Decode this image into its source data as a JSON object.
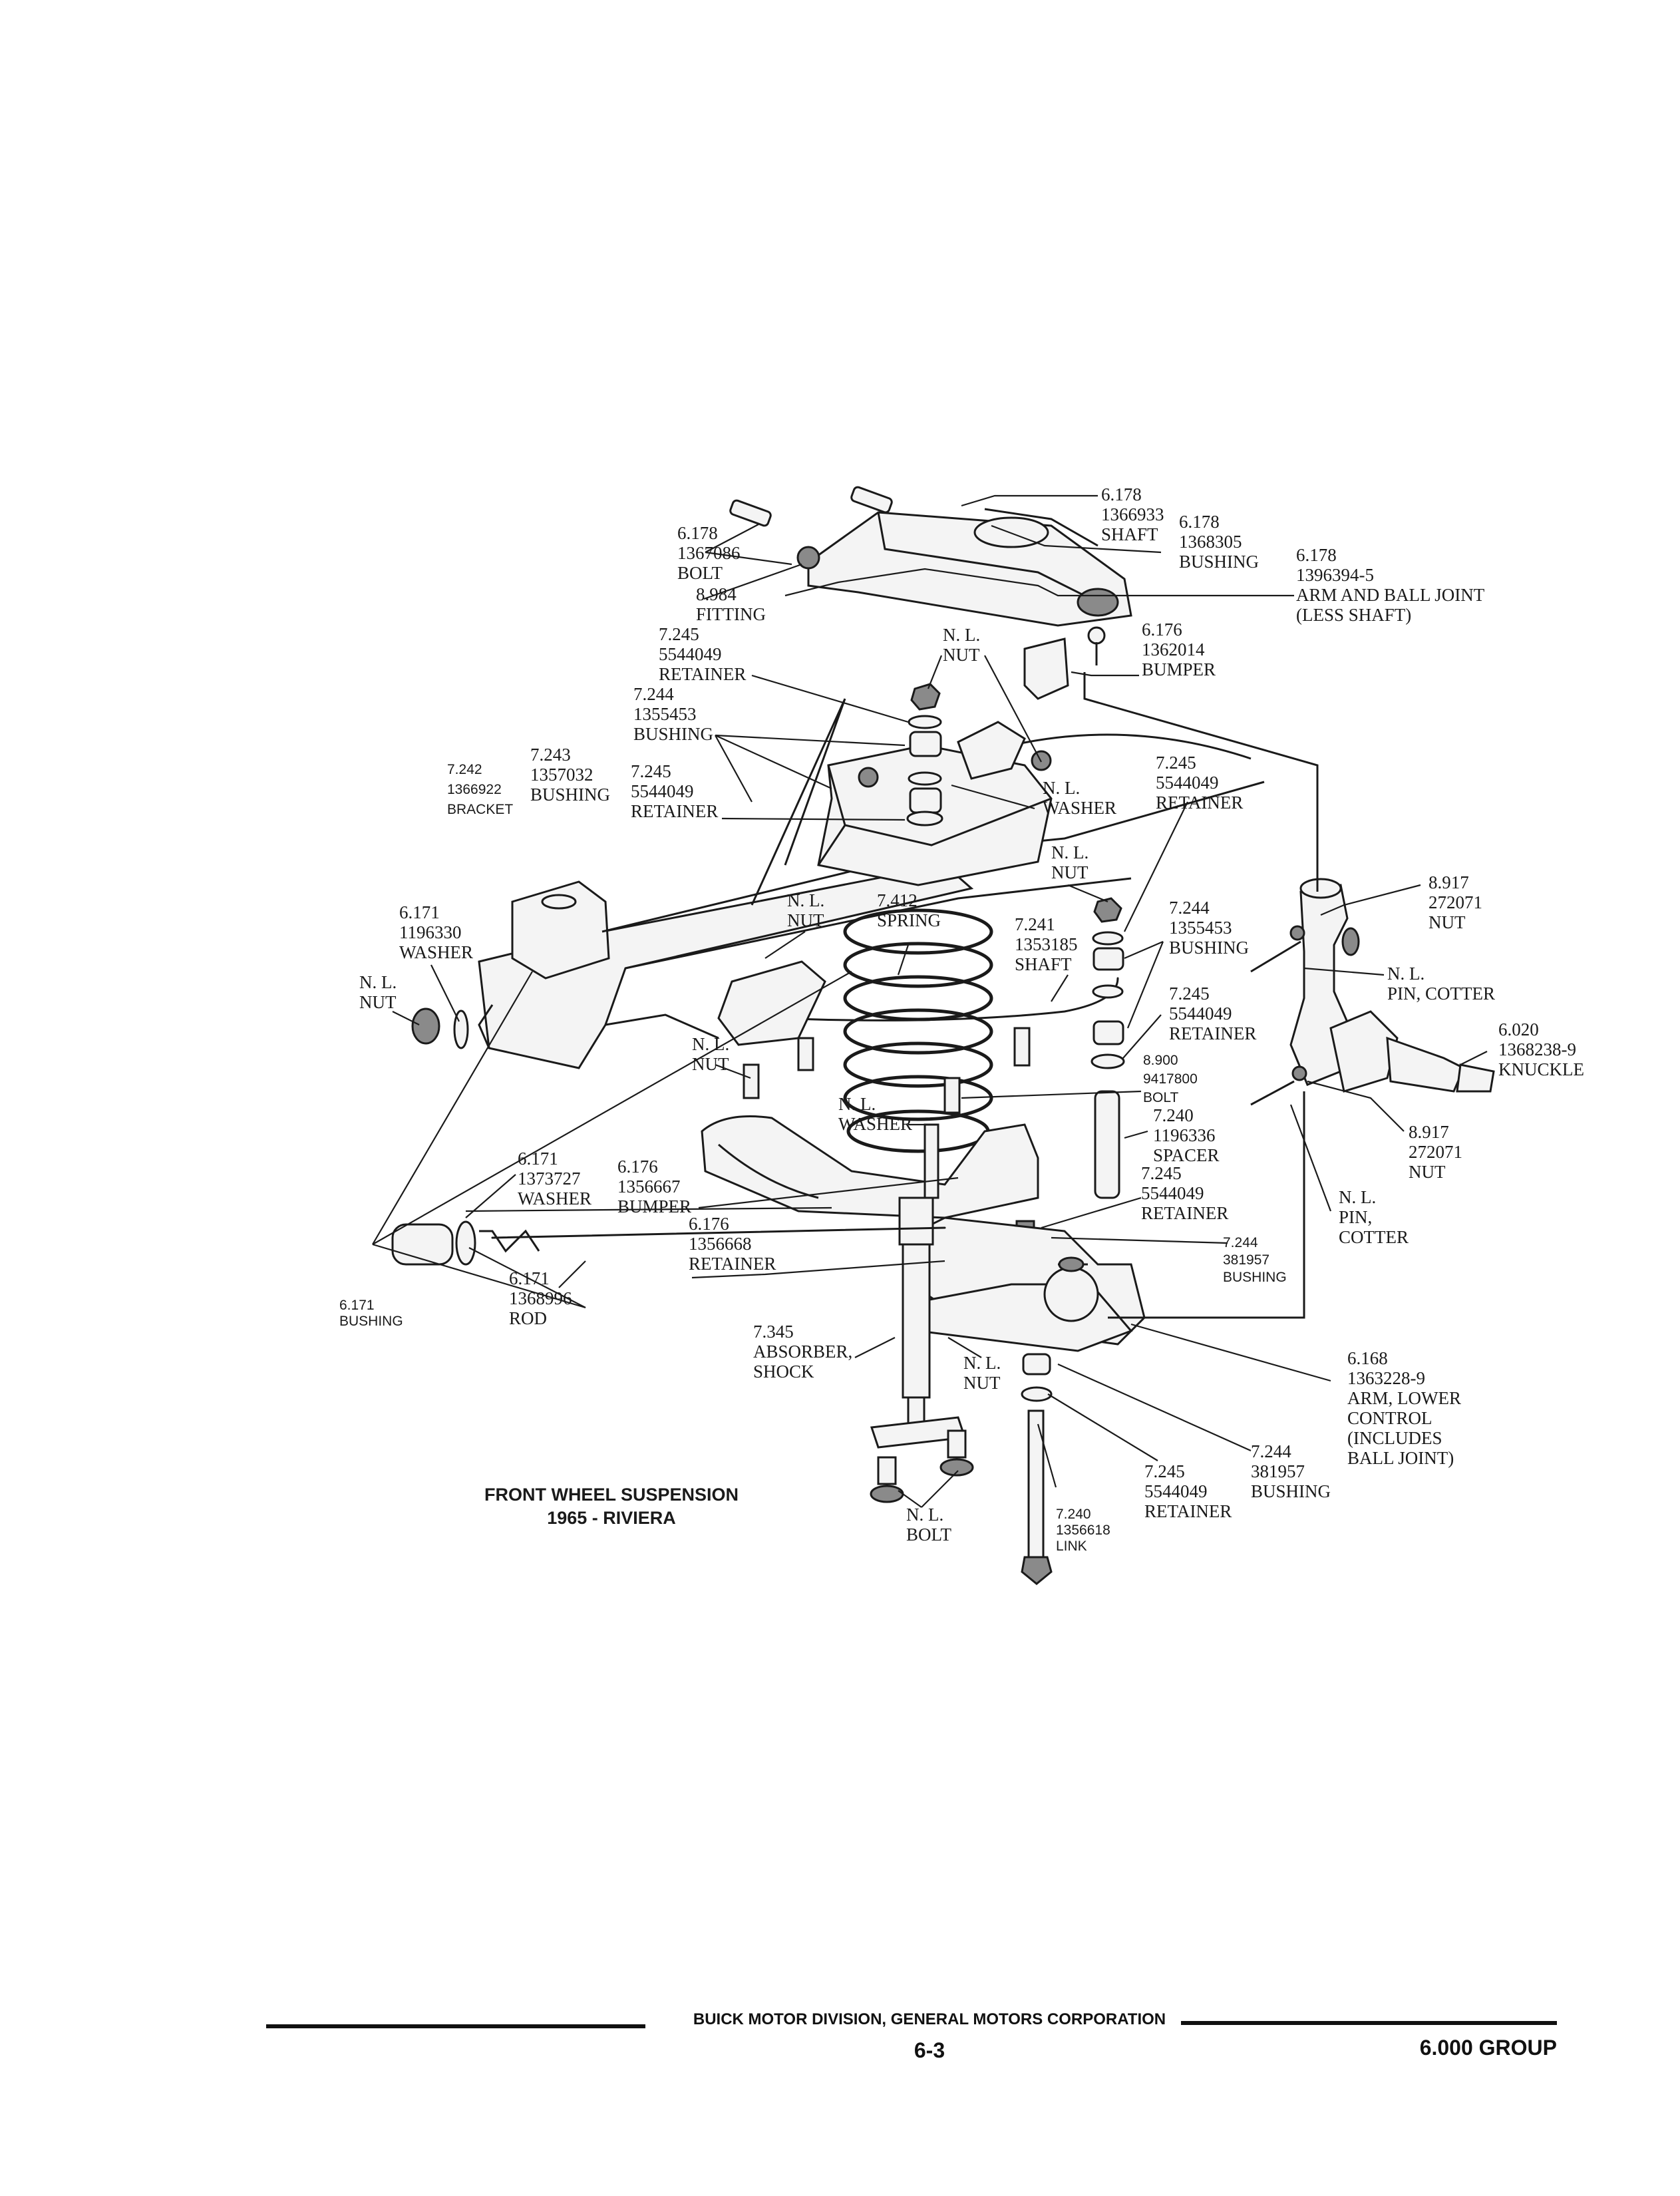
{
  "diagram": {
    "title_line1": "FRONT WHEEL SUSPENSION",
    "title_line2": "1965 - RIVIERA"
  },
  "footer": {
    "company": "BUICK MOTOR DIVISION, GENERAL MOTORS CORPORATION",
    "page": "6-3",
    "group": "6.000 GROUP"
  },
  "callouts": [
    {
      "id": "upper-shaft",
      "lines": [
        "6.178",
        "1366933",
        "SHAFT"
      ]
    },
    {
      "id": "upper-shaft-bushing",
      "lines": [
        "6.178",
        "1368305",
        "BUSHING"
      ]
    },
    {
      "id": "upper-arm",
      "lines": [
        "6.178",
        "1396394-5",
        "ARM AND BALL JOINT",
        "(LESS SHAFT)"
      ]
    },
    {
      "id": "upper-bolt",
      "lines": [
        "6.178",
        "1367086",
        "BOLT"
      ]
    },
    {
      "id": "fitting",
      "lines": [
        "8.984",
        "FITTING"
      ]
    },
    {
      "id": "upper-bumper",
      "lines": [
        "6.176",
        "1362014",
        "BUMPER"
      ]
    },
    {
      "id": "retainer-1",
      "lines": [
        "7.245",
        "5544049",
        "RETAINER"
      ]
    },
    {
      "id": "bushing-1",
      "lines": [
        "7.244",
        "1355453",
        "BUSHING"
      ]
    },
    {
      "id": "nut-top",
      "lines": [
        "N. L.",
        "NUT"
      ]
    },
    {
      "id": "bracket",
      "lines": [
        "7.242",
        "1366922",
        "BRACKET"
      ]
    },
    {
      "id": "bracket-bushing",
      "lines": [
        "7.243",
        "1357032",
        "BUSHING"
      ]
    },
    {
      "id": "retainer-2",
      "lines": [
        "7.245",
        "5544049",
        "RETAINER"
      ]
    },
    {
      "id": "washer-mid",
      "lines": [
        "N. L.",
        "WASHER"
      ]
    },
    {
      "id": "retainer-3",
      "lines": [
        "7.245",
        "5544049",
        "RETAINER"
      ]
    },
    {
      "id": "nut-mid",
      "lines": [
        "N. L.",
        "NUT"
      ]
    },
    {
      "id": "bushing-2",
      "lines": [
        "7.244",
        "1355453",
        "BUSHING"
      ]
    },
    {
      "id": "retainer-4",
      "lines": [
        "7.245",
        "5544049",
        "RETAINER"
      ]
    },
    {
      "id": "stab-shaft",
      "lines": [
        "7.241",
        "1353185",
        "SHAFT"
      ]
    },
    {
      "id": "spring",
      "lines": [
        "7.412",
        "SPRING"
      ]
    },
    {
      "id": "nut-spring",
      "lines": [
        "N. L.",
        "NUT"
      ]
    },
    {
      "id": "strut-washer",
      "lines": [
        "6.171",
        "1196330",
        "WASHER"
      ]
    },
    {
      "id": "strut-nut",
      "lines": [
        "N. L.",
        "NUT"
      ]
    },
    {
      "id": "nut-left",
      "lines": [
        "N. L.",
        "NUT"
      ]
    },
    {
      "id": "washer-lower",
      "lines": [
        "N. L.",
        "WASHER"
      ]
    },
    {
      "id": "bolt-small",
      "lines": [
        "8.900",
        "9417800",
        "BOLT"
      ]
    },
    {
      "id": "spacer",
      "lines": [
        "7.240",
        "1196336",
        "SPACER"
      ]
    },
    {
      "id": "retainer-5",
      "lines": [
        "7.245",
        "5544049",
        "RETAINER"
      ]
    },
    {
      "id": "bushing-3",
      "lines": [
        "7.244",
        "381957",
        "BUSHING"
      ]
    },
    {
      "id": "knuckle-nut",
      "lines": [
        "8.917",
        "272071",
        "NUT"
      ]
    },
    {
      "id": "cotter-pin-top",
      "lines": [
        "N. L.",
        "PIN, COTTER"
      ]
    },
    {
      "id": "knuckle",
      "lines": [
        "6.020",
        "1368238-9",
        "KNUCKLE"
      ]
    },
    {
      "id": "knuckle-nut-lower",
      "lines": [
        "8.917",
        "272071",
        "NUT"
      ]
    },
    {
      "id": "cotter-pin-lower",
      "lines": [
        "N. L.",
        "PIN,",
        "COTTER"
      ]
    },
    {
      "id": "strut-washer-2",
      "lines": [
        "6.171",
        "1373727",
        "WASHER"
      ]
    },
    {
      "id": "lower-bumper",
      "lines": [
        "6.176",
        "1356667",
        "BUMPER"
      ]
    },
    {
      "id": "strut-bushing",
      "lines": [
        "6.171",
        "BUSHING"
      ]
    },
    {
      "id": "strut-rod",
      "lines": [
        "6.171",
        "1368996",
        "ROD"
      ]
    },
    {
      "id": "lower-retainer",
      "lines": [
        "6.176",
        "1356668",
        "RETAINER"
      ]
    },
    {
      "id": "shock",
      "lines": [
        "7.345",
        "ABSORBER,",
        "SHOCK"
      ]
    },
    {
      "id": "nut-shock",
      "lines": [
        "N. L.",
        "NUT"
      ]
    },
    {
      "id": "lower-arm",
      "lines": [
        "6.168",
        "1363228-9",
        "ARM, LOWER",
        "CONTROL",
        "(INCLUDES",
        "BALL JOINT)"
      ]
    },
    {
      "id": "bushing-4",
      "lines": [
        "7.244",
        "381957",
        "BUSHING"
      ]
    },
    {
      "id": "retainer-6",
      "lines": [
        "7.245",
        "5544049",
        "RETAINER"
      ]
    },
    {
      "id": "link",
      "lines": [
        "7.240",
        "1356618",
        "LINK"
      ]
    },
    {
      "id": "bolt-lower",
      "lines": [
        "N. L.",
        "BOLT"
      ]
    }
  ]
}
